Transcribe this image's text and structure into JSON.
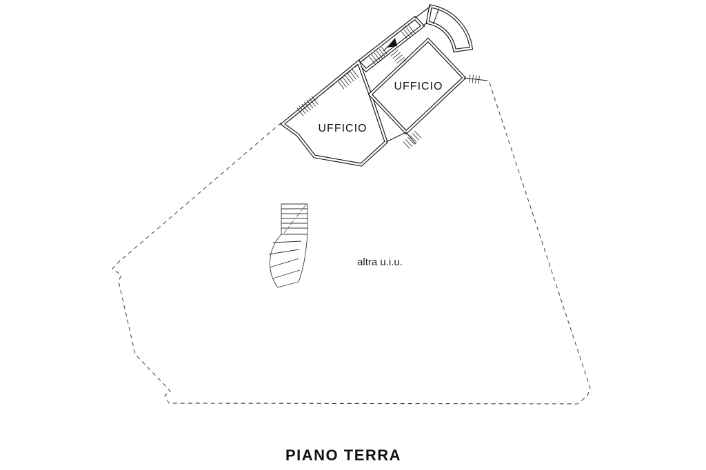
{
  "plan": {
    "title": "PIANO TERRA",
    "rooms": {
      "office_left": "UFFICIO",
      "office_right": "UFFICIO",
      "other_unit": "altra u.i.u."
    }
  },
  "colors": {
    "wall": "#1a1a1a",
    "boundary": "#4a4a4a",
    "background": "#ffffff"
  }
}
